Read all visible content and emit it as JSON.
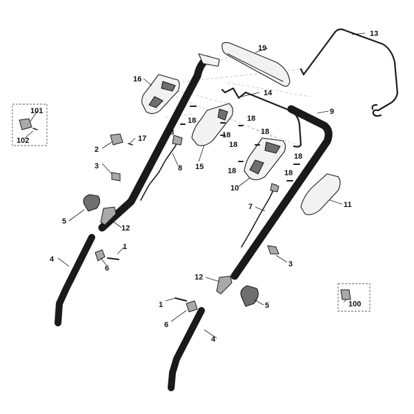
{
  "diagram": {
    "callouts": {
      "c1a": "1",
      "c1b": "1",
      "c2": "2",
      "c3a": "3",
      "c3b": "3",
      "c4a": "4",
      "c4b": "4",
      "c5a": "5",
      "c5b": "5",
      "c6a": "6",
      "c6b": "6",
      "c7": "7",
      "c8": "8",
      "c9": "9",
      "c10": "10",
      "c11": "11",
      "c12a": "12",
      "c12b": "12",
      "c13": "13",
      "c14": "14",
      "c15": "15",
      "c16": "16",
      "c17": "17",
      "c18a": "18",
      "c18b": "18",
      "c18c": "18",
      "c18d": "18",
      "c18e": "18",
      "c18f": "18",
      "c18g": "18",
      "c18h": "18",
      "c18i": "18",
      "c19": "19",
      "c100": "100",
      "c101": "101",
      "c102": "102"
    }
  }
}
